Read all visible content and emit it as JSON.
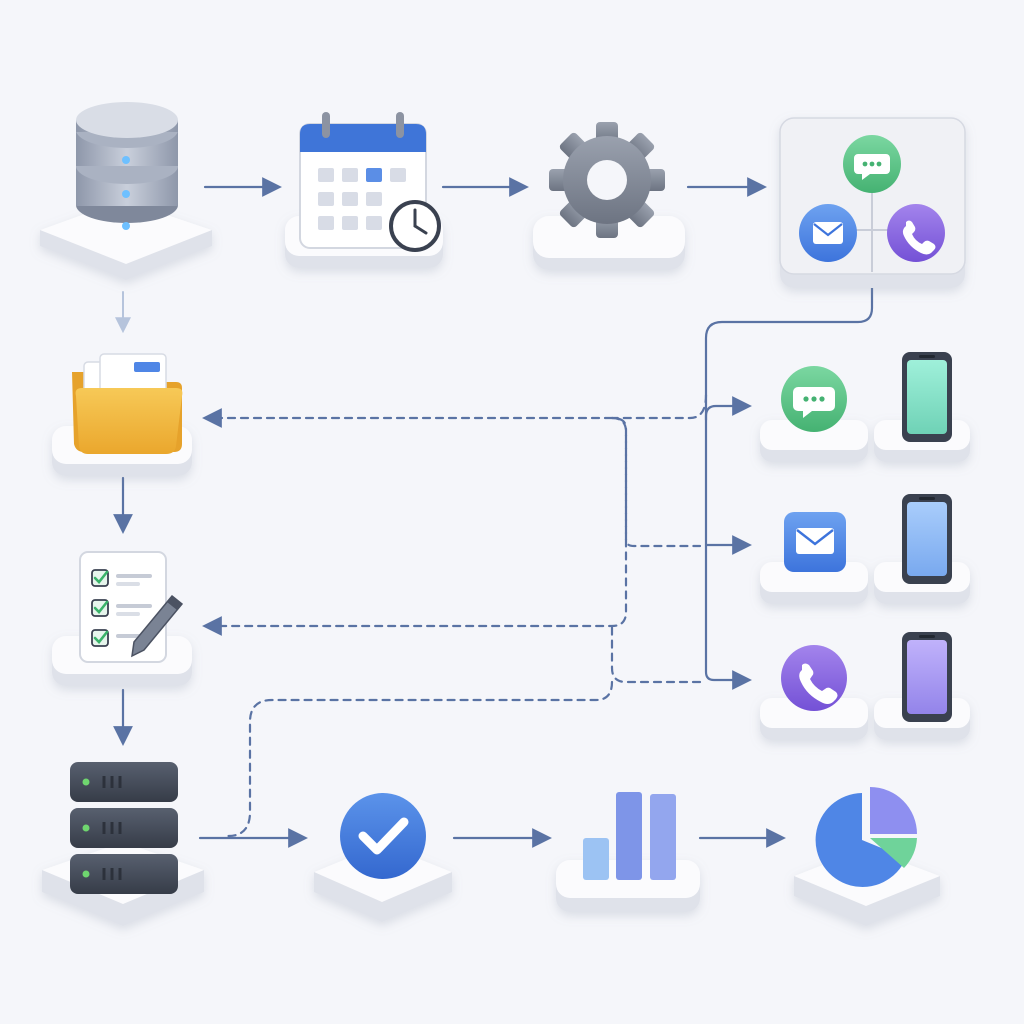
{
  "colors": {
    "background": "#f5f6fa",
    "connector": "#5a73a4",
    "connector_light": "#b6c4dc",
    "tile_top": "#fbfbfd",
    "tile_side": "#dfe2ea",
    "chat_green": "#5cc48a",
    "mail_blue": "#4f86e6",
    "phone_purple": "#8a64e0",
    "folder_yellow": "#f3b93f",
    "db_silver": "#aeb6c6",
    "server_dark": "#3f4656",
    "check_blue": "#3d7ae0"
  },
  "icons": {
    "database": "database-icon",
    "calendar": "calendar-icon",
    "clock": "clock-icon",
    "gear": "gear-icon",
    "channel_panel": "channel-hub-icon",
    "folder": "folder-icon",
    "checklist": "checklist-icon",
    "pen": "pen-icon",
    "server": "server-icon",
    "check": "check-circle-icon",
    "bar_chart": "bar-chart-icon",
    "pie_chart": "pie-chart-icon",
    "chat": "chat-bubble-icon",
    "mail": "envelope-icon",
    "phone": "phone-icon",
    "smartphone": "smartphone-icon"
  },
  "nodes": [
    {
      "id": "database",
      "icon": "database-icon"
    },
    {
      "id": "calendar",
      "icon": "calendar-icon"
    },
    {
      "id": "gear",
      "icon": "gear-icon"
    },
    {
      "id": "channel-hub",
      "icon": "channel-hub-icon"
    },
    {
      "id": "folder",
      "icon": "folder-icon"
    },
    {
      "id": "checklist",
      "icon": "checklist-icon"
    },
    {
      "id": "server",
      "icon": "server-icon"
    },
    {
      "id": "check",
      "icon": "check-circle-icon"
    },
    {
      "id": "bar-chart",
      "icon": "bar-chart-icon"
    },
    {
      "id": "pie-chart",
      "icon": "pie-chart-icon"
    },
    {
      "id": "chat-channel",
      "icon": "chat-bubble-icon"
    },
    {
      "id": "mail-channel",
      "icon": "envelope-icon"
    },
    {
      "id": "phone-channel",
      "icon": "phone-icon"
    }
  ]
}
